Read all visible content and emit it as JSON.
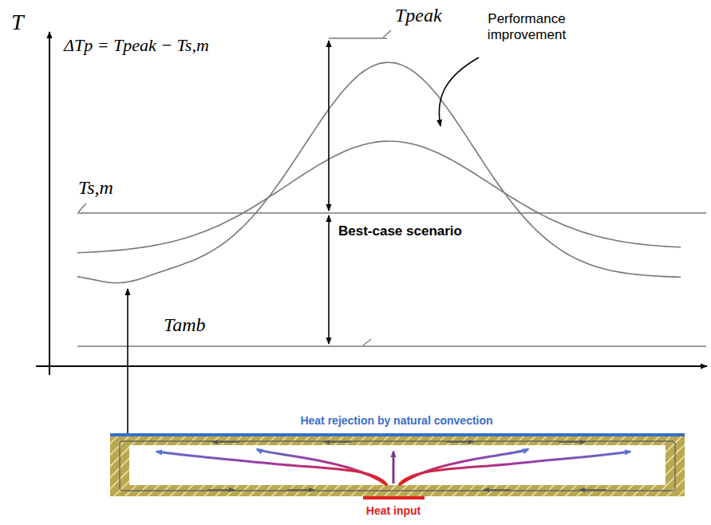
{
  "diagram": {
    "labels": [
      "T",
      "Tpeak",
      "ΔTp = Tpeak − Ts,m",
      "Performance improvement",
      "Ts,m",
      "Best-case scenario",
      "Tamb",
      "Heat rejection by natural convection",
      "Heat input"
    ]
  }
}
